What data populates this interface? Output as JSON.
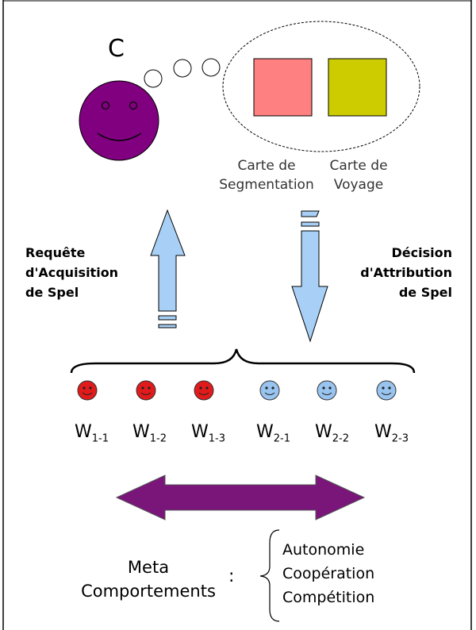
{
  "agent_c_label": "C",
  "maps": [
    {
      "label_line1": "Carte de",
      "label_line2": "Segmentation",
      "color": "#ff8080"
    },
    {
      "label_line1": "Carte de",
      "label_line2": "Voyage",
      "color": "#cccc00"
    }
  ],
  "left_arrow_label": [
    "Requête",
    "d'Acquisition",
    "de Spel"
  ],
  "right_arrow_label": [
    "Décision",
    "d'Attribution",
    "de Spel"
  ],
  "workers": [
    {
      "base": "W",
      "sub": "1-1",
      "color": "#e11b1b"
    },
    {
      "base": "W",
      "sub": "1-2",
      "color": "#e11b1b"
    },
    {
      "base": "W",
      "sub": "1-3",
      "color": "#e11b1b"
    },
    {
      "base": "W",
      "sub": "2-1",
      "color": "#99c4f0"
    },
    {
      "base": "W",
      "sub": "2-2",
      "color": "#99c4f0"
    },
    {
      "base": "W",
      "sub": "2-3",
      "color": "#99c4f0"
    }
  ],
  "meta_label": [
    "Meta",
    "Comportements"
  ],
  "meta_colon": ":",
  "behaviors": [
    "Autonomie",
    "Coopération",
    "Compétition"
  ],
  "colors": {
    "agent_c": "#800080",
    "arrow_blue": "#a8cff5",
    "double_arrow": "#7a157a"
  }
}
